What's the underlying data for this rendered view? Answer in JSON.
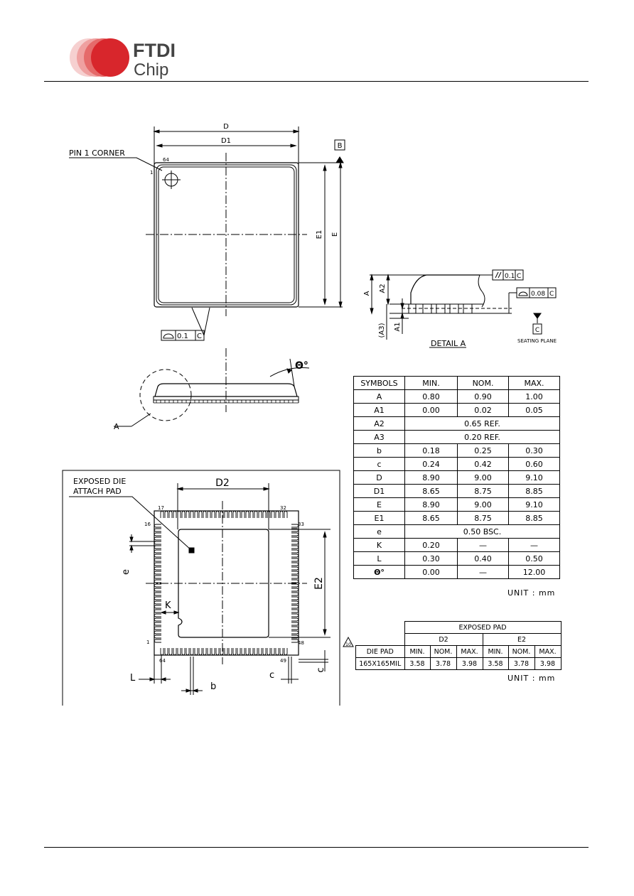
{
  "header": {
    "logo_text_top": "FTDI",
    "logo_text_bottom": "Chip",
    "logo_color": "#d8262c"
  },
  "top_view": {
    "dim_D": "D",
    "dim_D1": "D1",
    "dim_E1": "E1",
    "dim_E": "E",
    "datum_B": "B",
    "pin1_label": "PIN 1 CORNER",
    "pin64": "64",
    "pin1": "1",
    "flatness_value": "0.1",
    "flatness_datum": "C"
  },
  "detail_a": {
    "label_A": "A",
    "label_A2": "A2",
    "label_A1": "A1",
    "label_A3": "(A3)",
    "parallel_value": "0.1",
    "parallel_datum": "C",
    "coplanar_value": "0.08",
    "coplanar_datum": "C",
    "datum_C": "C",
    "seating_plane": "SEATING PLANE",
    "title": "DETAIL A"
  },
  "side_view": {
    "theta": "Θ°",
    "callout": "A"
  },
  "bottom_view": {
    "exposed_label_1": "EXPOSED DIE",
    "exposed_label_2": "ATTACH PAD",
    "dim_D2": "D2",
    "dim_E2": "E2",
    "dim_e": "e",
    "dim_K": "K",
    "dim_L": "L",
    "dim_b": "b",
    "dim_c_h": "c",
    "dim_c_v": "c",
    "pin17": "17",
    "pin32": "32",
    "pin16": "16",
    "pin33": "33",
    "pin1": "1",
    "pin48": "48",
    "pin64": "64",
    "pin49": "49"
  },
  "dimension_table": {
    "headers": [
      "SYMBOLS",
      "MIN.",
      "NOM.",
      "MAX."
    ],
    "rows": [
      [
        "A",
        "0.80",
        "0.90",
        "1.00"
      ],
      [
        "A1",
        "0.00",
        "0.02",
        "0.05"
      ],
      [
        "A2",
        "0.65 REF."
      ],
      [
        "A3",
        "0.20 REF."
      ],
      [
        "b",
        "0.18",
        "0.25",
        "0.30"
      ],
      [
        "c",
        "0.24",
        "0.42",
        "0.60"
      ],
      [
        "D",
        "8.90",
        "9.00",
        "9.10"
      ],
      [
        "D1",
        "8.65",
        "8.75",
        "8.85"
      ],
      [
        "E",
        "8.90",
        "9.00",
        "9.10"
      ],
      [
        "E1",
        "8.65",
        "8.75",
        "8.85"
      ],
      [
        "e",
        "0.50 BSC."
      ],
      [
        "K",
        "0.20",
        "—",
        "—"
      ],
      [
        "L",
        "0.30",
        "0.40",
        "0.50"
      ],
      [
        "Θ°",
        "0.00",
        "—",
        "12.00"
      ]
    ],
    "unit": "UNIT : mm"
  },
  "pad_table": {
    "note": "10",
    "group_header": "EXPOSED PAD",
    "col_D2": "D2",
    "col_E2": "E2",
    "die_pad_label": "DIE PAD",
    "sub_headers": [
      "MIN.",
      "NOM.",
      "MAX.",
      "MIN.",
      "NOM.",
      "MAX."
    ],
    "row_label": "165X165MIL",
    "row_values": [
      "3.58",
      "3.78",
      "3.98",
      "3.58",
      "3.78",
      "3.98"
    ],
    "unit": "UNIT : mm"
  }
}
